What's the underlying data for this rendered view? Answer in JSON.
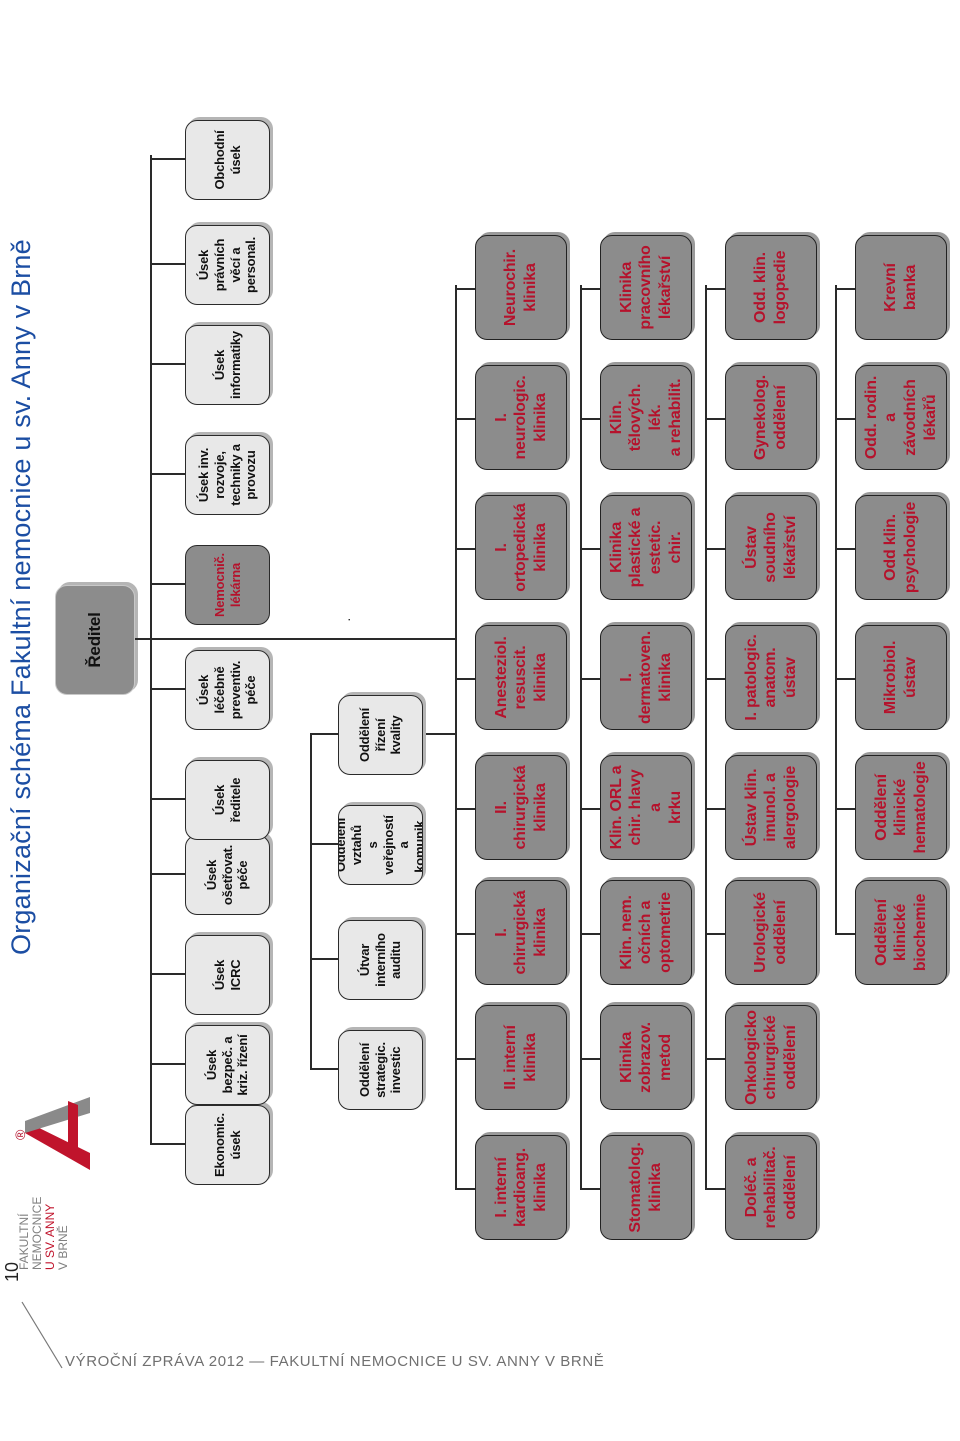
{
  "title": "Organizační schéma Fakultní nemocnice u sv. Anny v Brně",
  "logo": {
    "lines": [
      "FAKULTNÍ",
      "NEMOCNICE",
      "U SV. ANNY",
      "V BRNĚ"
    ],
    "registered_mark": "®",
    "accent_color": "#c0142c"
  },
  "director": "Ředitel",
  "management": [
    "Ekonomic.\núsek",
    "Úsek\nbezpeč. a\nkriz. řízení",
    "Úsek ICRC",
    "Úsek\nošetřovat.\npéče",
    "Úsek\nředitele",
    "Úsek\nléčebně\npreventiv.\npéče",
    "Nemocnič.\nlékárna",
    "Úsek inv.\nrozvoje,\ntechniky a\nprovozu",
    "Úsek\ninformatiky",
    "Úsek\nprávních\nvěcí a\npersonal.",
    "Obchodní\núsek"
  ],
  "director_units": [
    "Oddělení\nstrategic.\ninvestic",
    "Útvar\ninterního\nauditu",
    "Oddělení\nvztahů\ns veřejností\na komunik.",
    "Oddělení\nřízení\nkvality"
  ],
  "dot": "·",
  "clinics": {
    "row1": [
      "I. interní\nkardioang.\nklinika",
      "II. interní\nklinika",
      "I. chirurgická\nklinika",
      "II. chirurgická\nklinika",
      "Anesteziol.\nresuscit.\nklinika",
      "I. ortopedická\nklinika",
      "I. neurologic.\nklinika",
      "Neurochir.\nklinika"
    ],
    "row2": [
      "Stomatolog.\nklinika",
      "Klinika\nzobrazov.\nmetod",
      "Klin. nem.\nočních a\noptometrie",
      "Klin. ORL a\nchir. hlavy a\nkrku",
      "I. dermatoven.\nklinika",
      "Klinika\nplastické a\nestetic. chir.",
      "Klin.\ntělových. lék.\na rehabilit.",
      "Klinika\npracovního\nlékařství"
    ],
    "row3": [
      "Doléč. a\nrehabilitač.\noddělení",
      "Onkologicko\nchirurgické\noddělení",
      "Urologické\noddělení",
      "Ústav klin.\nimunol. a\nalergologie",
      "I. patologic.\nanatom.\nústav",
      "Ústav\nsoudního\nlékařství",
      "Gynekolog.\noddělení",
      "Odd. klin.\nlogopedie"
    ],
    "row4": [
      "Oddělení\nklinické\nbiochemie",
      "Oddělení\nklinické\nhematologie",
      "Mikrobiol.\nústav",
      "Odd klin.\npsychologie",
      "Odd. rodin. a\nzávodních\nlékařů",
      "Krevní banka"
    ]
  },
  "footer": {
    "page_number": "10",
    "text": "VÝROČNÍ ZPRÁVA 2012 — FAKULTNÍ NEMOCNICE U SV. ANNY V BRNĚ"
  },
  "colors": {
    "title": "#1c4ea3",
    "clinic_text": "#b5122c",
    "clinic_fill": "#8c8c8c",
    "management_fill": "#e8e8e8"
  }
}
